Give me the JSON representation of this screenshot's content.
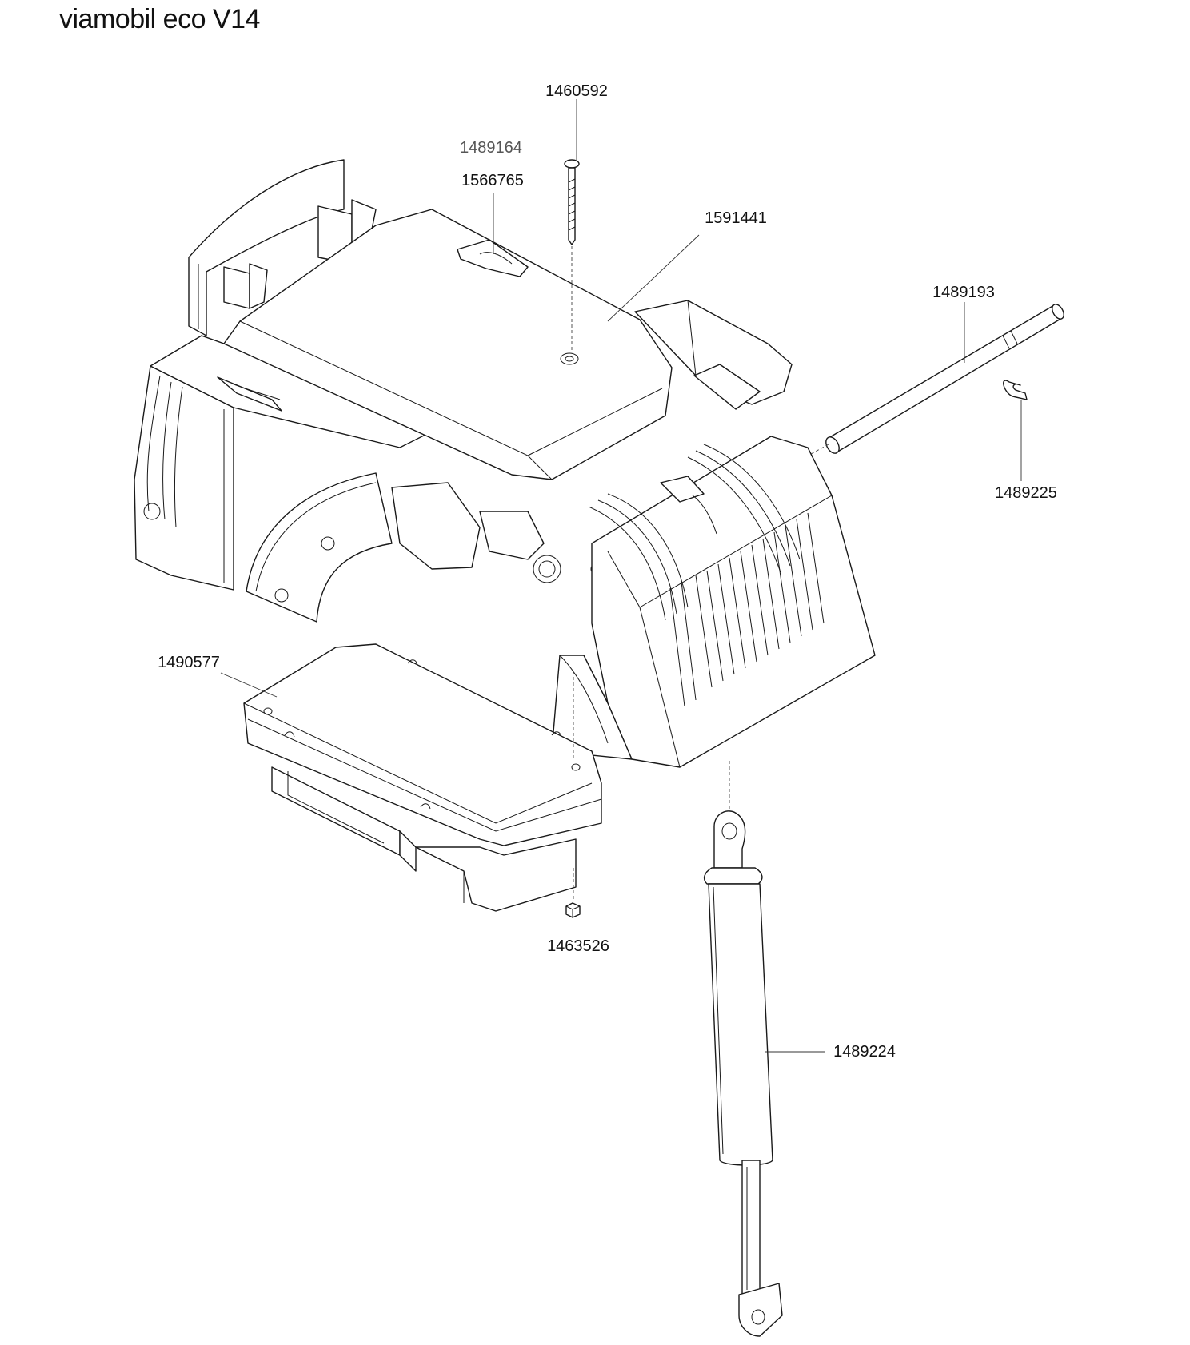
{
  "title": "viamobil eco V14",
  "parts": [
    {
      "id": "screw",
      "number": "1460592"
    },
    {
      "id": "cover-ref",
      "number": "1489164"
    },
    {
      "id": "clip",
      "number": "1566765"
    },
    {
      "id": "cover",
      "number": "1591441"
    },
    {
      "id": "axle",
      "number": "1489193"
    },
    {
      "id": "retaining-clip",
      "number": "1489225"
    },
    {
      "id": "controller-box",
      "number": "1490577"
    },
    {
      "id": "nut",
      "number": "1463526"
    },
    {
      "id": "gas-spring",
      "number": "1489224"
    }
  ]
}
